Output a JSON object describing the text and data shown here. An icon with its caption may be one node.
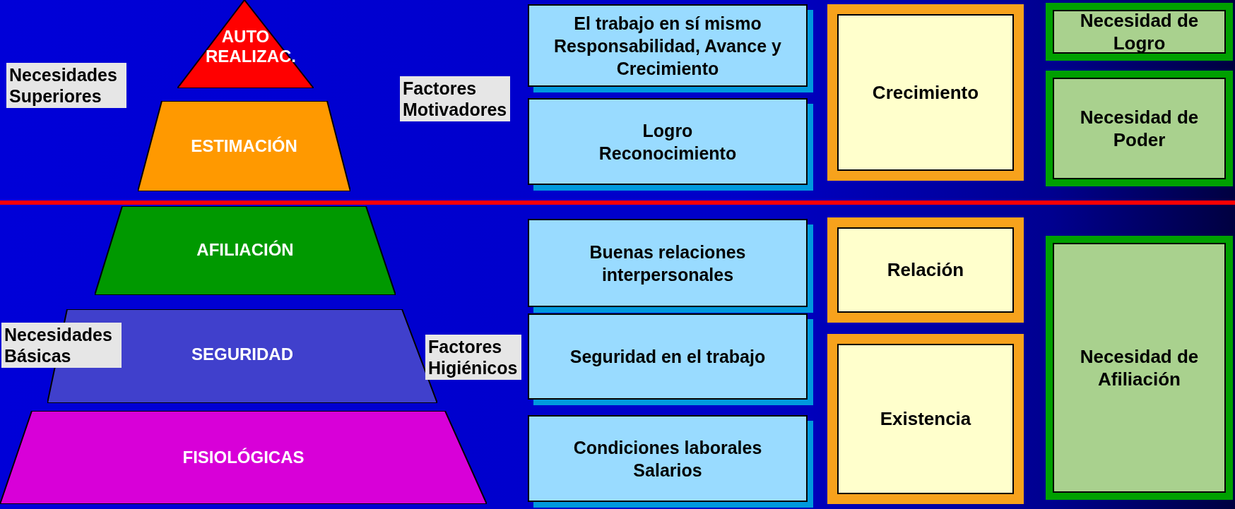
{
  "diagram": {
    "nodes": [
      {
        "text": [
          "AUTO REALIZAC."
        ]
      },
      {
        "text": [
          "ESTIMACIÓN"
        ]
      },
      {
        "text": [
          "AFILIACIÓN"
        ]
      },
      {
        "text": [
          "SEGURIDAD"
        ]
      },
      {
        "text": [
          "FISIOLÓGICAS"
        ]
      },
      {
        "text": [
          "Necesidades Superiores"
        ]
      },
      {
        "text": [
          "Necesidades Básicas"
        ]
      },
      {
        "text": [
          "Factores Motivadores"
        ]
      },
      {
        "text": [
          "Factores Higiénicos"
        ]
      },
      {
        "text": [
          "El trabajo en sí mismo",
          "Responsabilidad, Avance y Crecimiento"
        ]
      },
      {
        "text": [
          "Logro",
          "Reconocimiento"
        ]
      },
      {
        "text": [
          "Buenas relaciones interpersonales"
        ]
      },
      {
        "text": [
          "Seguridad en el trabajo"
        ]
      },
      {
        "text": [
          "Condiciones laborales",
          "Salarios"
        ]
      },
      {
        "text": [
          "Crecimiento"
        ]
      },
      {
        "text": [
          "Relación"
        ]
      },
      {
        "text": [
          "Existencia"
        ]
      },
      {
        "text": [
          "Necesidad de Logro"
        ]
      },
      {
        "text": [
          "Necesidad de Poder"
        ]
      },
      {
        "text": [
          "Necesidad de Afiliación"
        ]
      }
    ],
    "edges": []
  }
}
